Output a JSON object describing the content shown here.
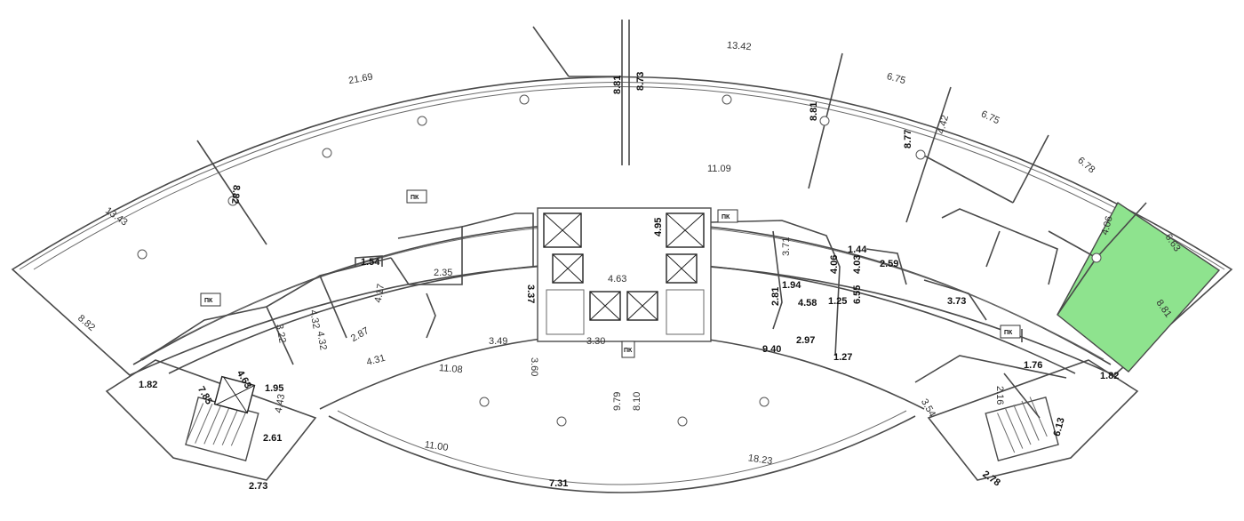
{
  "plan": {
    "highlight_color": "#8ee38e",
    "service_tag": "ПК",
    "dimensions": [
      "21.69",
      "13.43",
      "8.82",
      "8.82",
      "8.81",
      "8.73",
      "13.42",
      "8.81",
      "11.09",
      "6.75",
      "4.42",
      "6.75",
      "8.77",
      "6.78",
      "4.06",
      "6.63",
      "8.81",
      "1.82",
      "1.82",
      "7.85",
      "4.63",
      "1.95",
      "4.43",
      "2.61",
      "2.73",
      "3.22",
      "4.32",
      "4.32",
      "2.87",
      "4.17",
      "1.54",
      "2.35",
      "4.31",
      "11.08",
      "3.49",
      "3.60",
      "3.37",
      "4.63",
      "4.95",
      "3.30",
      "9.79",
      "8.10",
      "11.00",
      "7.31",
      "18.23",
      "3.71",
      "1.44",
      "4.06",
      "4.03",
      "6.55",
      "1.94",
      "4.58",
      "1.25",
      "2.81",
      "2.97",
      "9.40",
      "1.27",
      "2.59",
      "3.73",
      "1.76",
      "2.16",
      "3.54",
      "6.13",
      "2.78"
    ]
  }
}
